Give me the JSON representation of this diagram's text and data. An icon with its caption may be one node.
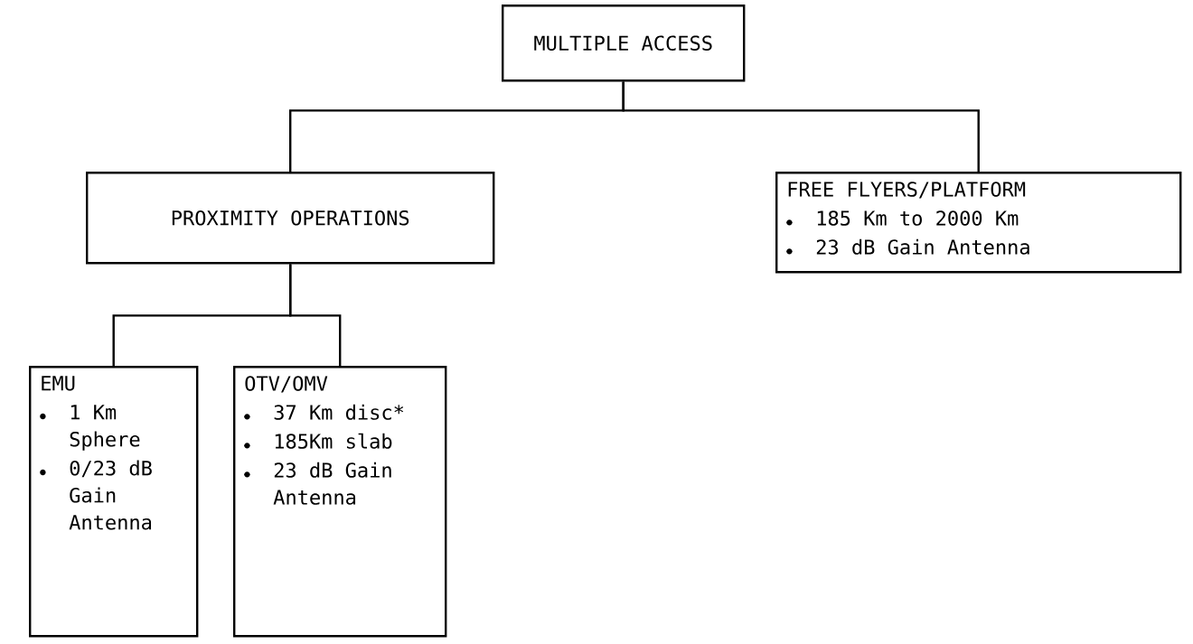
{
  "diagram": {
    "nodes": [
      {
        "text": [
          "MULTIPLE ACCESS"
        ]
      },
      {
        "text": [
          "PROXIMITY OPERATIONS"
        ]
      },
      {
        "text": [
          "EMU",
          "1 Km Sphere",
          "0/23 dB Gain Antenna"
        ]
      },
      {
        "text": [
          "OTV/OMV",
          "37 Km disc*",
          "185Km slab",
          "23 dB Gain Antenna"
        ]
      },
      {
        "text": [
          "FREE FLYERS/PLATFORM",
          "185 Km to 2000 Km",
          "23 dB Gain Antenna"
        ]
      }
    ],
    "edges": [
      {
        "from": 0,
        "to": 1,
        "arrow": "none"
      },
      {
        "from": 0,
        "to": 4,
        "arrow": "none"
      },
      {
        "from": 1,
        "to": 2,
        "arrow": "none"
      },
      {
        "from": 1,
        "to": 3,
        "arrow": "none"
      }
    ]
  }
}
